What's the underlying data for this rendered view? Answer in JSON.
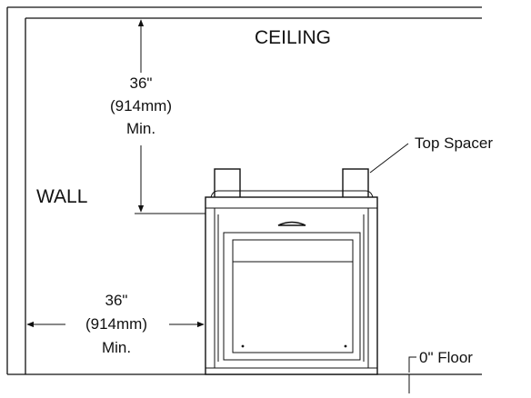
{
  "labels": {
    "ceiling": "CEILING",
    "wall": "WALL",
    "top_spacer": "Top Spacer",
    "floor": "0\" Floor"
  },
  "dimensions": {
    "vertical": {
      "line1": "36\"",
      "line2": "(914mm)",
      "line3": "Min."
    },
    "horizontal": {
      "line1": "36\"",
      "line2": "(914mm)",
      "line3": "Min."
    }
  }
}
